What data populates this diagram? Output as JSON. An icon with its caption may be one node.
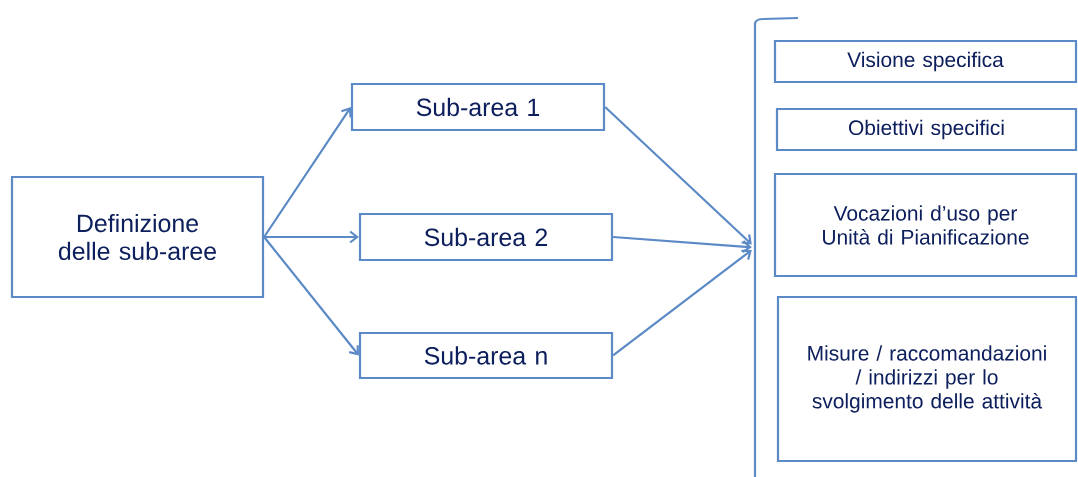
{
  "diagram": {
    "nodes": [
      {
        "text": [
          "Definizione delle sub-aree"
        ]
      },
      {
        "text": [
          "Sub-area 1"
        ]
      },
      {
        "text": [
          "Sub-area 2"
        ]
      },
      {
        "text": [
          "Sub-area n"
        ]
      },
      {
        "text": [],
        "shape": "bracket"
      },
      {
        "text": [
          "Visione specifica"
        ]
      },
      {
        "text": [
          "Obiettivi specifici"
        ]
      },
      {
        "text": [
          "Vocazioni d’uso per Unità di Pianificazione"
        ]
      },
      {
        "text": [
          "Misure / raccomandazioni / indirizzi per lo svolgimento delle attività"
        ]
      }
    ],
    "edges": [
      {
        "from": 0,
        "to": 1,
        "arrow": "to"
      },
      {
        "from": 0,
        "to": 2,
        "arrow": "to"
      },
      {
        "from": 0,
        "to": 3,
        "arrow": "to"
      },
      {
        "from": 1,
        "to": 4,
        "arrow": "to"
      },
      {
        "from": 2,
        "to": 4,
        "arrow": "to"
      },
      {
        "from": 3,
        "to": 4,
        "arrow": "to"
      }
    ]
  }
}
